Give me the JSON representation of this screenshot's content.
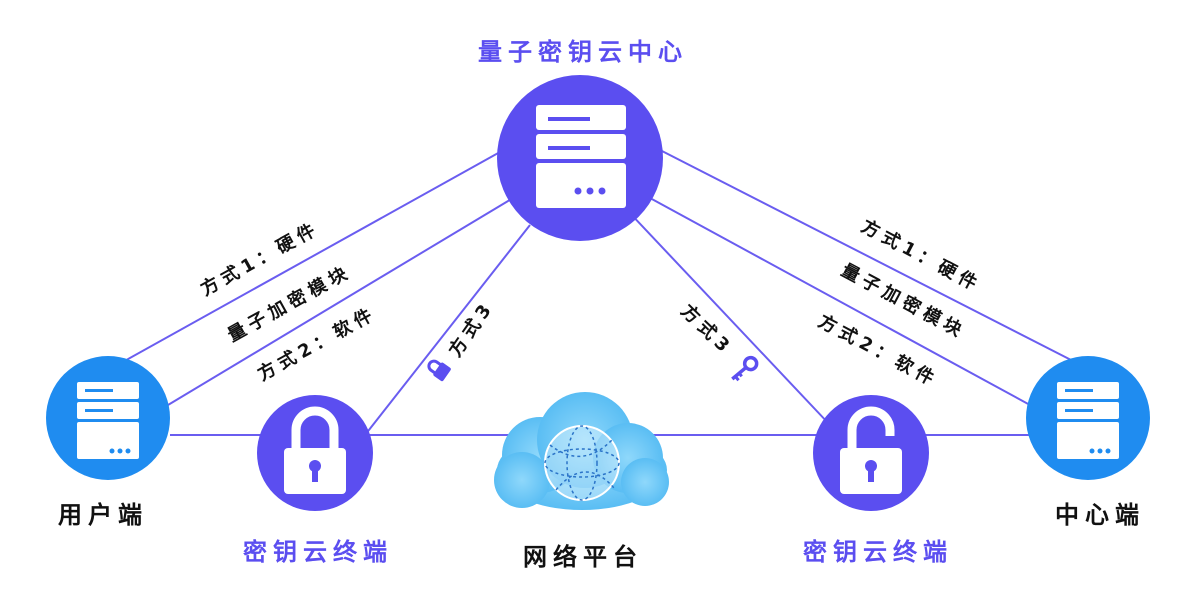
{
  "colors": {
    "primary_purple": "#5b4ef0",
    "server_blue": "#1f8cf0",
    "cloud_blue": "#5cc5f5",
    "line_purple": "#6a5df0",
    "text_black": "#111111"
  },
  "nodes": {
    "cloud_center": {
      "label": "量子密钥云中心",
      "icon": "server-icon"
    },
    "user_end": {
      "label": "用户端",
      "icon": "server-icon"
    },
    "center_end": {
      "label": "中心端",
      "icon": "server-icon"
    },
    "terminal_left": {
      "label": "密钥云终端",
      "icon": "lock-closed-icon"
    },
    "terminal_right": {
      "label": "密钥云终端",
      "icon": "lock-open-icon"
    },
    "network": {
      "label": "网络平台",
      "icon": "globe-cloud-icon"
    }
  },
  "edges": {
    "left_hw": "方式1：硬件",
    "left_module": "量子加密模块",
    "left_sw": "方式2：软件",
    "left_m3": "方式3",
    "right_m3": "方式3",
    "right_hw": "方式1：硬件",
    "right_module": "量子加密模块",
    "right_sw": "方式2：软件"
  }
}
